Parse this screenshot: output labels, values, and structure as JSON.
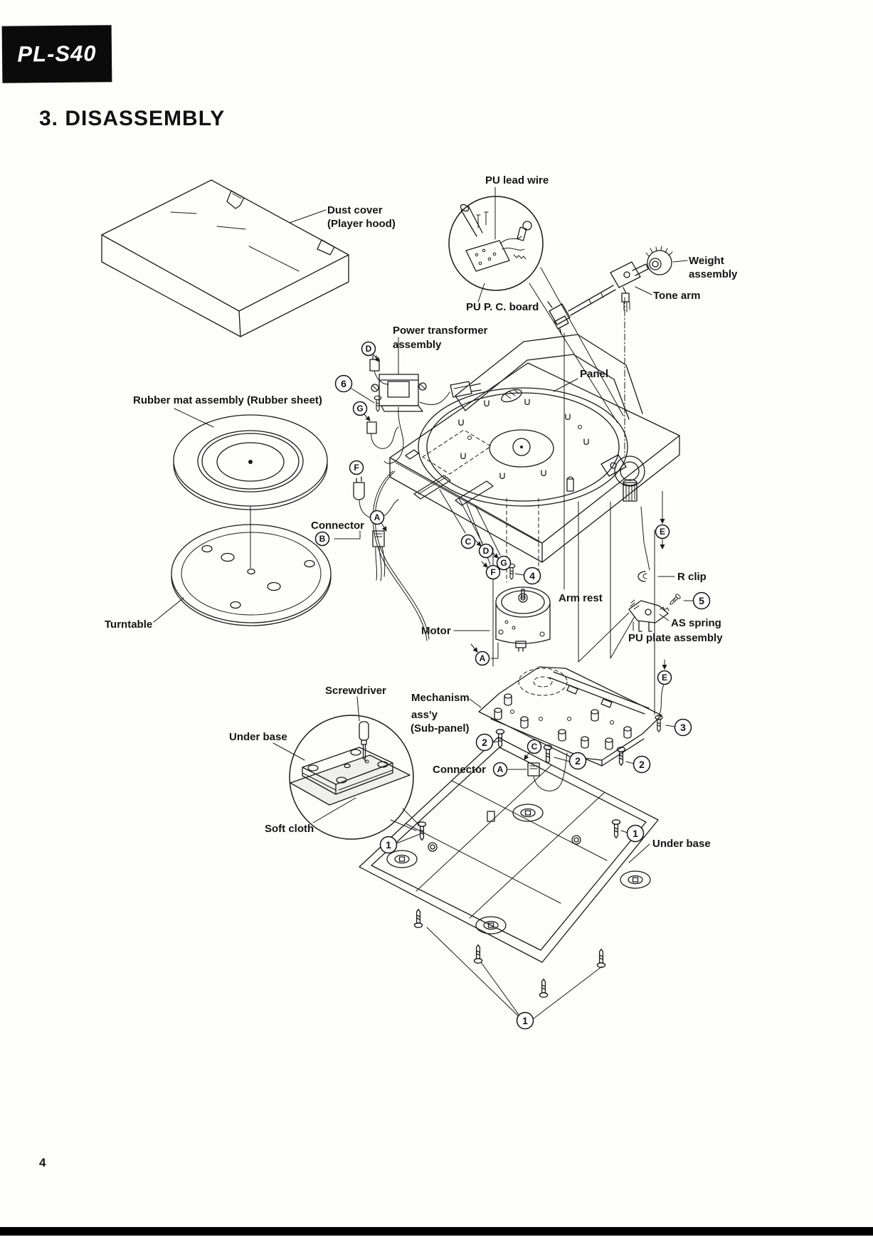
{
  "badge": {
    "model": "PL-S40"
  },
  "heading": "3. DISASSEMBLY",
  "page_number": "4",
  "diagram": {
    "labels": {
      "pu_lead_wire": "PU lead wire",
      "dust_cover_line1": "Dust cover",
      "dust_cover_line2": "(Player hood)",
      "weight_line1": "Weight",
      "weight_line2": "assembly",
      "tone_arm": "Tone arm",
      "pu_pc_board": "PU P. C. board",
      "power_transformer_line1": "Power transformer",
      "power_transformer_line2": "assembly",
      "panel": "Panel",
      "rubber_mat": "Rubber mat assembly (Rubber sheet)",
      "connector": "Connector",
      "turntable": "Turntable",
      "r_clip": "R clip",
      "arm_rest": "Arm rest",
      "as_spring": "AS spring",
      "pu_plate_assembly": "PU plate assembly",
      "motor": "Motor",
      "screwdriver": "Screwdriver",
      "mechanism_line1": "Mechanism",
      "mechanism_line2": "ass'y",
      "mechanism_line3": "(Sub-panel)",
      "under_base": "Under base",
      "soft_cloth": "Soft cloth"
    },
    "callouts": {
      "letters": {
        "A": "A",
        "B": "B",
        "C": "C",
        "D": "D",
        "E": "E",
        "F": "F",
        "G": "G"
      },
      "numbers": {
        "n1": "1",
        "n2": "2",
        "n3": "3",
        "n4": "4",
        "n5": "5",
        "n6": "6"
      }
    }
  }
}
